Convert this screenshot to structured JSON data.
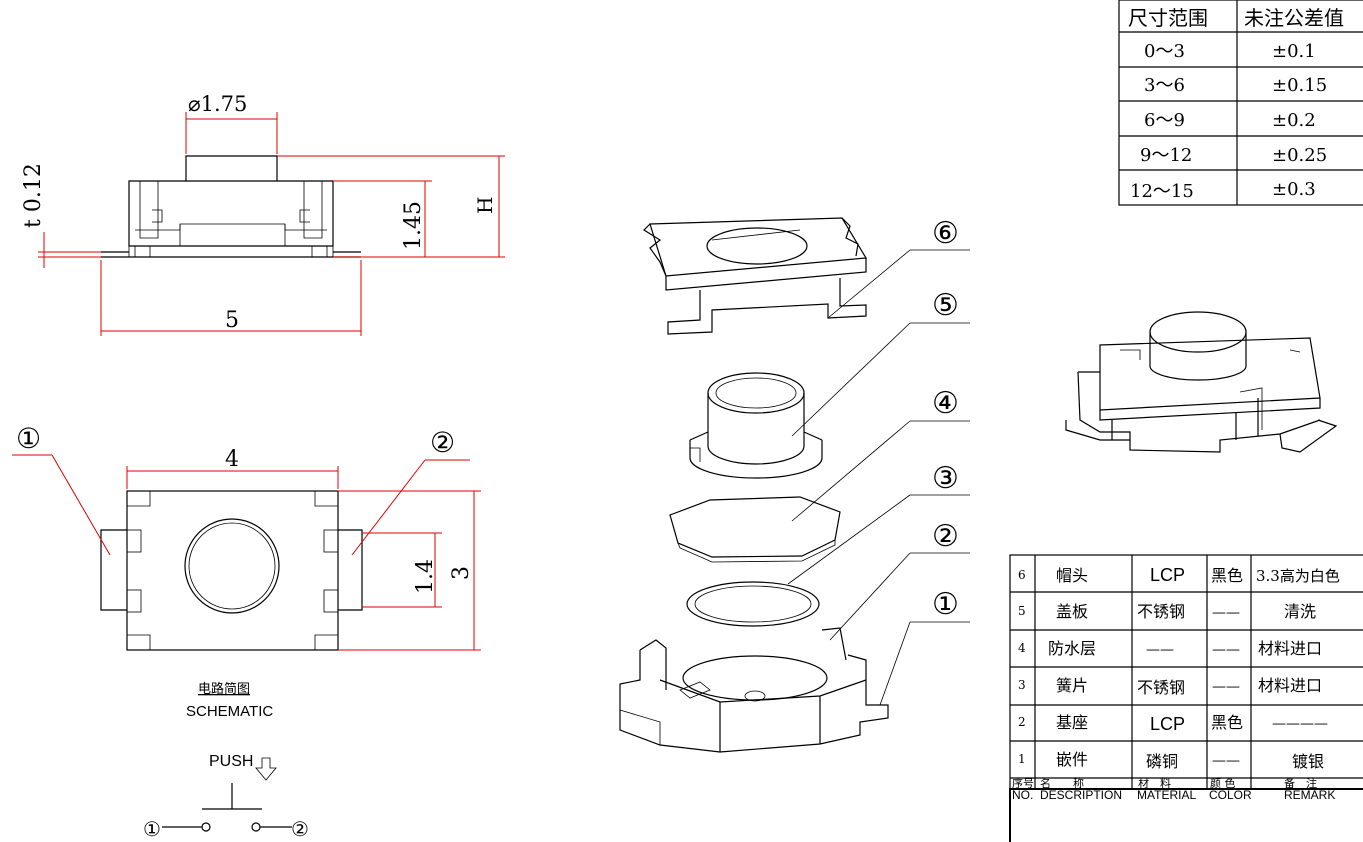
{
  "tolerance_table": {
    "header": [
      "尺寸范围",
      "未注公差值"
    ],
    "rows": [
      [
        "0～3",
        "±0.1"
      ],
      [
        "3～6",
        "±0.15"
      ],
      [
        "6～9",
        "±0.2"
      ],
      [
        "9～12",
        "±0.25"
      ],
      [
        "12～15",
        "±0.3"
      ]
    ]
  },
  "side_view": {
    "diameter_label": "⌀1.75",
    "thickness_label": "t 0.12",
    "height_label": "1.45",
    "h_label": "H",
    "width_label": "5"
  },
  "top_view": {
    "width_label": "4",
    "pitch_label": "1.4",
    "depth_label": "3",
    "pin1": "①",
    "pin2": "②"
  },
  "schematic": {
    "title_cn": "电路简图",
    "title_en": "SCHEMATIC",
    "push": "PUSH",
    "pin1": "①",
    "pin2": "②"
  },
  "exploded_callouts": [
    "⑥",
    "⑤",
    "④",
    "③",
    "②",
    "①"
  ],
  "bom": {
    "rows": [
      {
        "no": "6",
        "name": "帽头",
        "material": "LCP",
        "color": "黑色",
        "remark": "3.3高为白色"
      },
      {
        "no": "5",
        "name": "盖板",
        "material": "不锈钢",
        "color": "——",
        "remark": "清洗"
      },
      {
        "no": "4",
        "name": "防水层",
        "material": "——",
        "color": "——",
        "remark": "材料进口"
      },
      {
        "no": "3",
        "name": "簧片",
        "material": "不锈钢",
        "color": "——",
        "remark": "材料进口"
      },
      {
        "no": "2",
        "name": "基座",
        "material": "LCP",
        "color": "黑色",
        "remark": "————"
      },
      {
        "no": "1",
        "name": "嵌件",
        "material": "磷铜",
        "color": "——",
        "remark": "镀银"
      }
    ],
    "header_cn": {
      "no": "序号",
      "name": "名　　称",
      "material": "材　料",
      "color": "颜 色",
      "remark": "备　注"
    },
    "header_en": {
      "no": "NO.",
      "name": "DESCRIPTION",
      "material": "MATERIAL",
      "color": "COLOR",
      "remark": "REMARK"
    }
  }
}
